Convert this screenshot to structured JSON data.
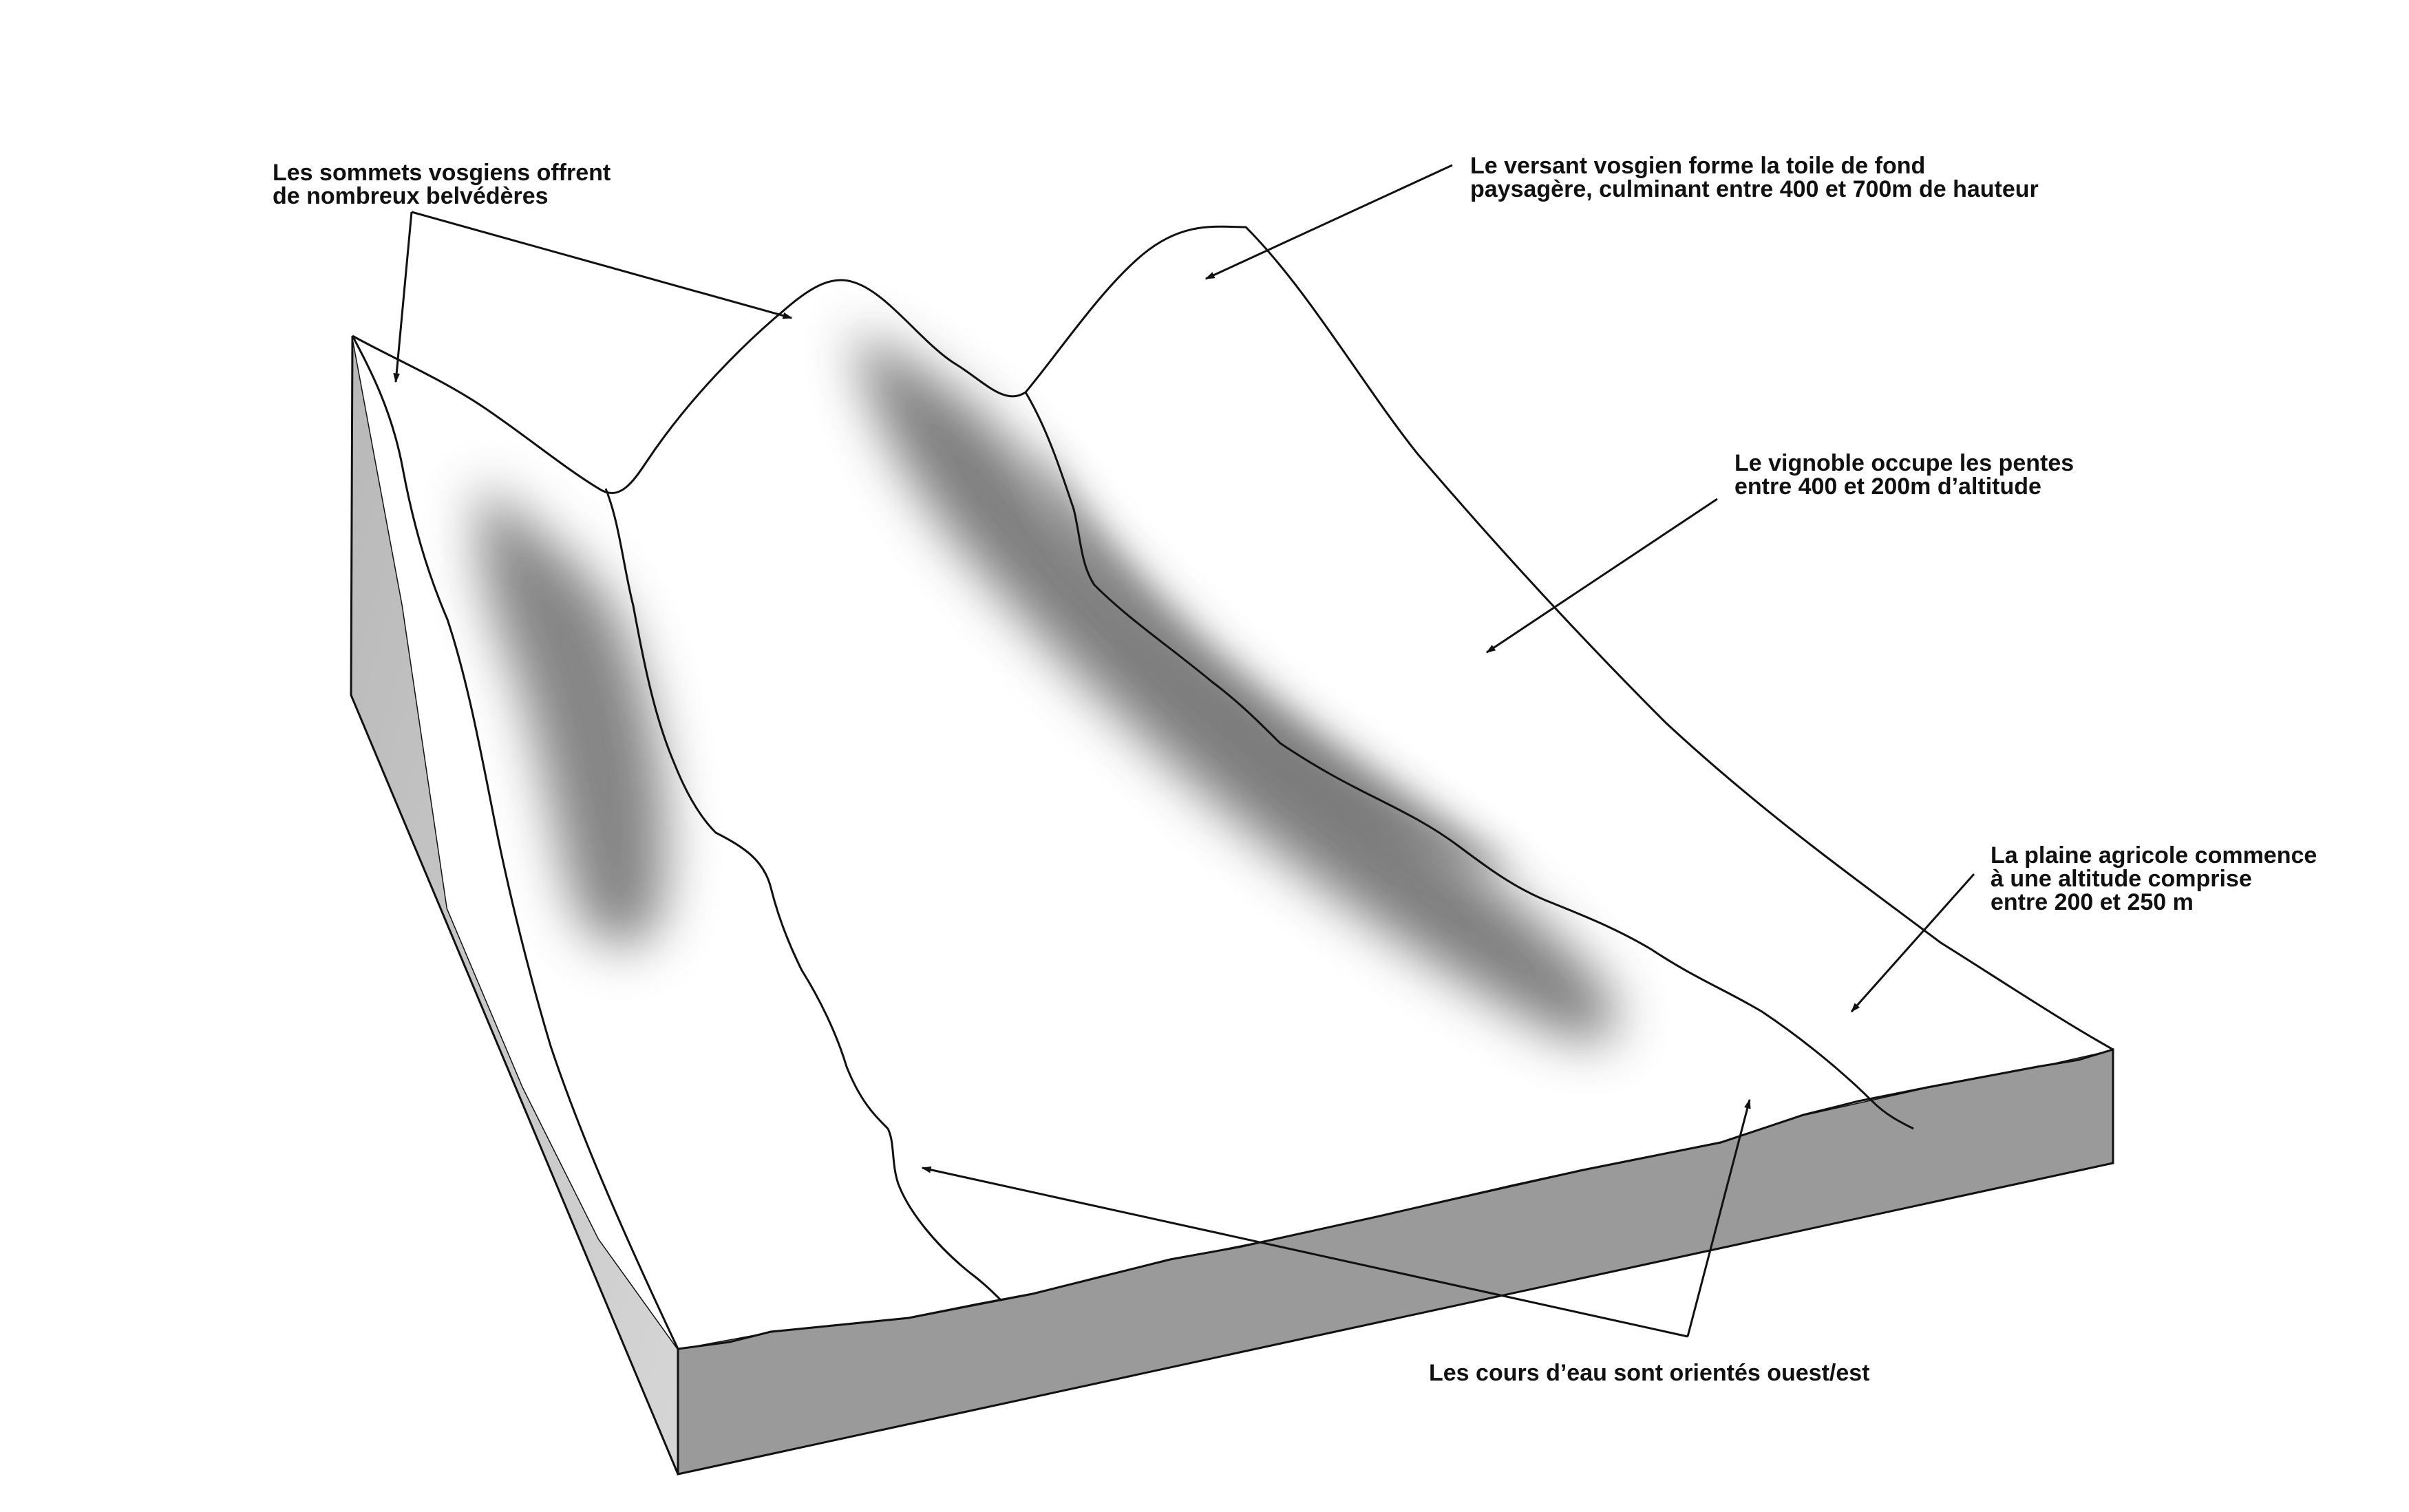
{
  "colors": {
    "background": "#ffffff",
    "surface": "#ffffff",
    "side_face": "#9a9a9a",
    "side_face_light": "#cfcfcf",
    "shade": "#7a7a7a",
    "ink": "#111111"
  },
  "annotations": {
    "summits": {
      "lines": [
        "Les sommets vosgiens offrent",
        "de nombreux belvédères"
      ]
    },
    "versant": {
      "lines": [
        "Le versant vosgien forme la toile de fond",
        "paysagère, culminant entre 400 et 700m de hauteur"
      ]
    },
    "vignoble": {
      "lines": [
        "Le vignoble occupe les pentes",
        "entre 400 et 200m d’altitude"
      ]
    },
    "plaine": {
      "lines": [
        "La plaine agricole commence",
        "à une altitude comprise",
        "entre 200 et 250 m"
      ]
    },
    "cours_eau": {
      "lines": [
        "Les cours d’eau sont orientés ouest/est"
      ]
    }
  }
}
